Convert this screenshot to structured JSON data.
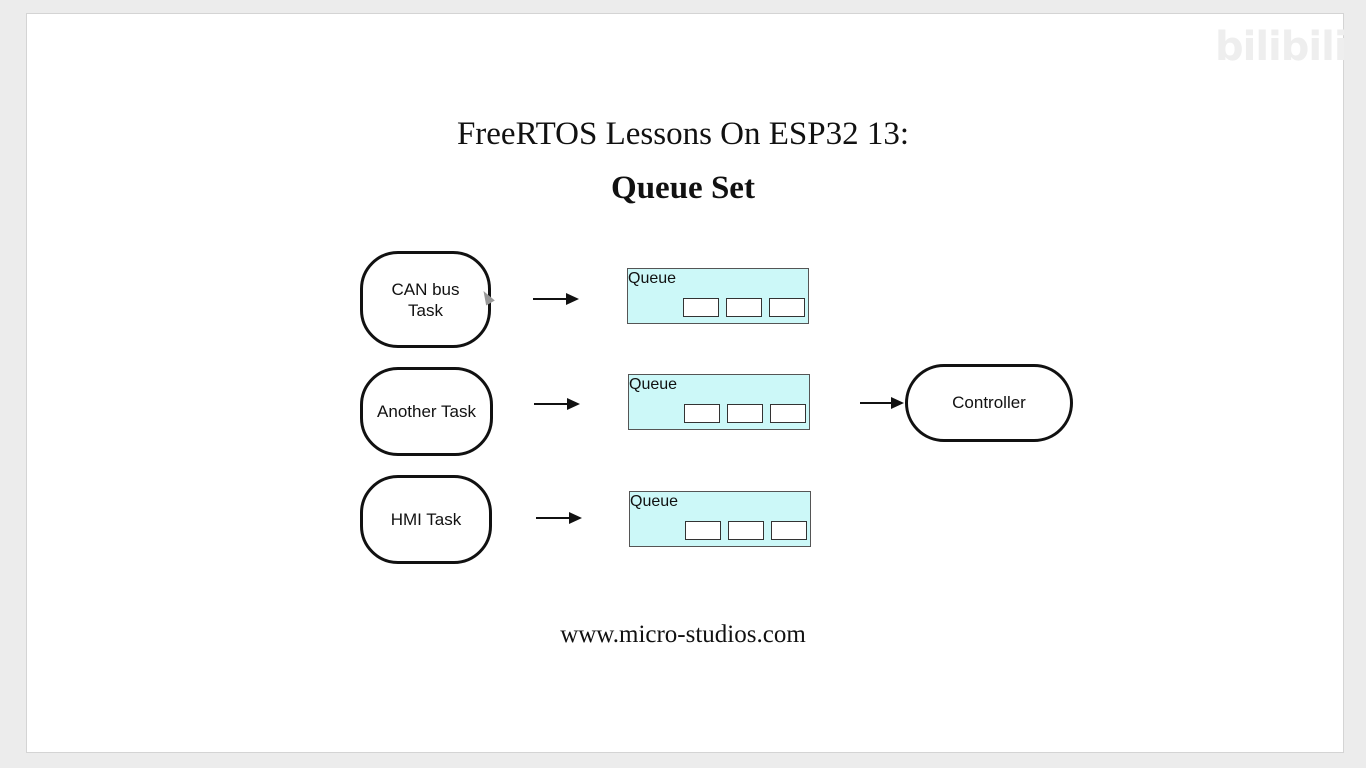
{
  "slide": {
    "title": "FreeRTOS Lessons On ESP32 13:",
    "subtitle": "Queue Set",
    "footer": "www.micro-studios.com",
    "watermark": "bilibili"
  },
  "diagram": {
    "tasks": [
      {
        "label": "CAN bus\nTask"
      },
      {
        "label": "Another Task"
      },
      {
        "label": "HMI Task"
      }
    ],
    "queues": [
      {
        "label": "Queue",
        "slots": 3
      },
      {
        "label": "Queue",
        "slots": 3
      },
      {
        "label": "Queue",
        "slots": 3
      }
    ],
    "controller": {
      "label": "Controller"
    }
  }
}
